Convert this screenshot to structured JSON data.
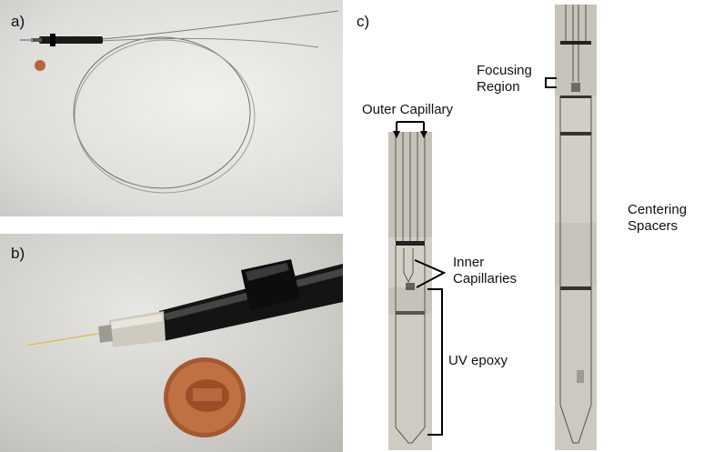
{
  "panels": {
    "a": {
      "label": "a)"
    },
    "b": {
      "label": "b)"
    },
    "c": {
      "label": "c)"
    }
  },
  "annotations": {
    "outer_capillary": "Outer Capillary",
    "focusing_region_line1": "Focusing",
    "focusing_region_line2": "Region",
    "inner_capillaries_line1": "Inner",
    "inner_capillaries_line2": "Capillaries",
    "uv_epoxy": "UV epoxy",
    "centering_spacers_line1": "Centering",
    "centering_spacers_line2": "Spacers"
  },
  "colors": {
    "copper_coin": "#b5653a",
    "black_tubing": "#1a1a1a",
    "capillary_tube": "#c7c2b9",
    "bracket_line": "#000000"
  }
}
